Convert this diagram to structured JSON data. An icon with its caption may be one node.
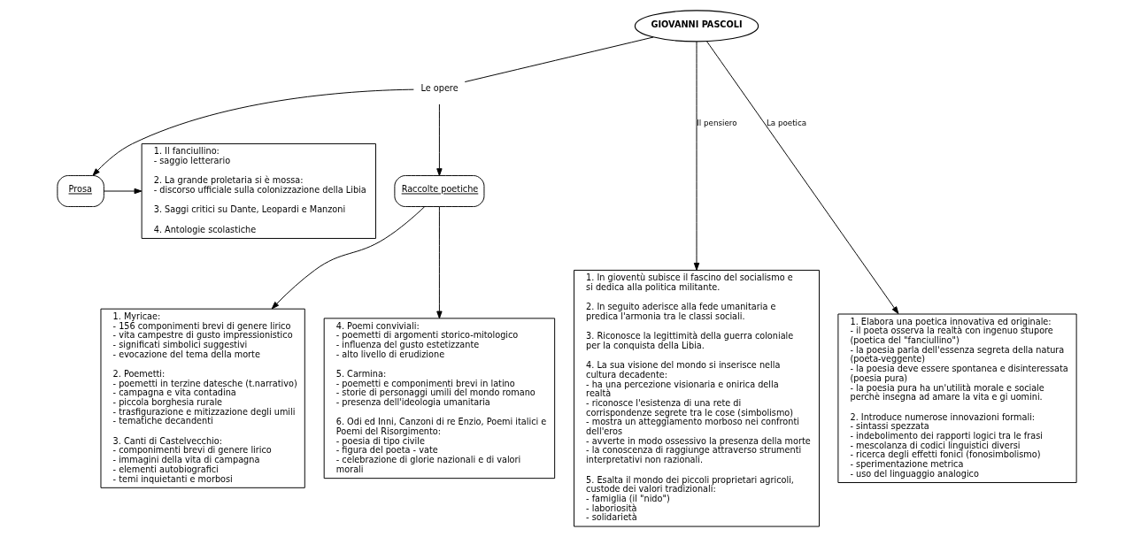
{
  "diagram": {
    "nodes": [
      {
        "text": [
          "GIOVANNI PASCOLI"
        ]
      },
      {
        "text": [
          "Le opere"
        ]
      },
      {
        "text": [
          "Prosa"
        ]
      },
      {
        "text": [
          "1. Il fanciullino:",
          "- saggio letterario",
          "2. La grande proletaria si è mossa:",
          "- discorso ufficiale sulla colonizzazione della Libia",
          "3. Saggi critici su Dante, Leopardi e Manzoni",
          "4. Antologie scolastiche"
        ]
      },
      {
        "text": [
          "Raccolte poetiche"
        ]
      },
      {
        "text": [
          "1. In gioventù subisce il fascino del socialismo e si dedica alla politica militante.",
          "2. In seguito aderisce alla fede umanitaria e predica l'armonia tra le classi sociali.",
          "3. Riconosce la legittimità della guerra coloniale per la conquista della Libia.",
          "4. La sua visione del mondo si inserisce nella cultura decadente:",
          "- ha una percezione visionaria e onirica della realtà",
          "- riconosce l'esistenza di una rete di corrispondenze segrete tra le cose (simbolismo)",
          "- mostra un atteggiamento morboso nei confronti dell'eros",
          "- avverte in modo ossessivo la presenza della morte",
          "- la conoscenza di raggiunge attraverso strumenti interpretativi non razionali.",
          "5. Esalta il mondo dei piccoli proprietari agricoli, custode dei valori tradizionali:",
          "- famiglia (il \"nido\")",
          "- laboriosità",
          "- solidarietà"
        ]
      },
      {
        "text": [
          "1. Elabora una poetica innovativa ed originale:",
          "- il poeta osserva la realtà con ingenuo stupore (poetica del \"fanciullino\")",
          "- la poesia parla dell'essenza segreta della natura (poeta-veggente)",
          "- la poesia deve essere spontanea e disinteressata (poesia pura)",
          "- la poesia pura ha un'utilità morale e sociale perchè insegna ad amare la vita e gi uomini.",
          "2. Introduce numerose innovazioni formali:",
          "- sintassi spezzata",
          "- indebolimento dei rapporti logici tra le frasi",
          "- mescolanza di codici linguistici diversi",
          "- ricerca degli effetti fonici (fonosimbolismo)",
          "- sperimentazione metrica",
          "- uso del linguaggio analogico"
        ]
      },
      {
        "text": [
          "1. Myricae:",
          "- 156 componimenti brevi di genere lirico",
          "- vita campestre di gusto impressionistico",
          "- significati simbolici suggestivi",
          "- evocazione del tema della morte",
          "2. Poemetti:",
          "- poemetti in terzine datesche (t.narrativo)",
          "- campagna e vita contadina",
          "- piccola borghesia rurale",
          "- trasfigurazione e mitizzazione degli umili",
          "- tematiche decandenti",
          "3. Canti di Castelvecchio:",
          "- componimenti brevi di genere lirico",
          "- immagini della vita di campagna",
          "- elementi autobiografici",
          "- temi inquietanti e morbosi"
        ]
      },
      {
        "text": [
          "4. Poemi conviviali:",
          "- poemetti di argomenti storico-mitologico",
          "- influenza del gusto estetizzante",
          "- alto livello di erudizione",
          "5. Carmina:",
          "- poemetti e componimenti brevi in latino",
          "- storie di personaggi umili del mondo romano",
          "- presenza dell'ideologia umanitaria",
          "6. Odi ed Inni, Canzoni di re Enzio, Poemi italici e Poemi del Risorgimento:",
          "- poesia di tipo civile",
          "- figura del poeta - vate",
          "- celebrazione di glorie nazionali e di valori morali"
        ]
      }
    ],
    "edges": [
      {
        "from": 0,
        "to": 5,
        "arrow": "to",
        "label": "Il pensiero"
      },
      {
        "from": 0,
        "to": 6,
        "arrow": "to",
        "label": "La poetica"
      },
      {
        "from": 0,
        "to": 1,
        "arrow": "none"
      },
      {
        "from": 1,
        "to": 2,
        "arrow": "to"
      },
      {
        "from": 1,
        "to": 4,
        "arrow": "to"
      },
      {
        "from": 2,
        "to": 3,
        "arrow": "to"
      },
      {
        "from": 4,
        "to": 7,
        "arrow": "to"
      },
      {
        "from": 4,
        "to": 8,
        "arrow": "to"
      }
    ]
  }
}
